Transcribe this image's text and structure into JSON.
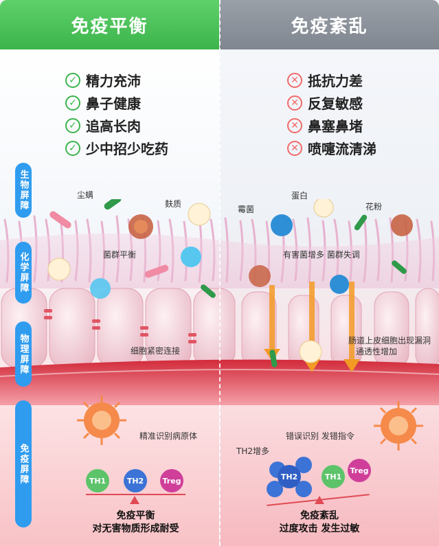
{
  "header": {
    "left_title": "免疫平衡",
    "right_title": "免疫紊乱"
  },
  "left_list": [
    "精力充沛",
    "鼻子健康",
    "追高长肉",
    "少中招少吃药"
  ],
  "right_list": [
    "抵抗力差",
    "反复敏感",
    "鼻塞鼻堵",
    "喷嚏流清涕"
  ],
  "side_labels": [
    "生物屏障",
    "化学屏障",
    "物理屏障",
    "免疫屏障"
  ],
  "left_labels": {
    "mite": "尘螨",
    "dander": "麸质",
    "flora": "菌群平衡",
    "junction": "细胞紧密连接",
    "recognize": "精准识别病原体"
  },
  "right_labels": {
    "protein": "蛋白",
    "mold": "霉菌",
    "pollen": "花粉",
    "flora": "有害菌增多  菌群失调",
    "leak1": "肠道上皮细胞出现漏洞",
    "leak2": "通透性增加",
    "misrecognize": "错误识别 发错指令",
    "th2more": "TH2增多"
  },
  "cells": {
    "th1": "TH1",
    "th2": "TH2",
    "treg": "Treg"
  },
  "left_caption": {
    "line1": "免疫平衡",
    "line2": "对无害物质形成耐受"
  },
  "right_caption": {
    "line1": "免疫紊乱",
    "line2": "过度攻击 发生过敏"
  },
  "colors": {
    "green": "#3cb44c",
    "grey": "#80868f",
    "blue": "#2f9cf0",
    "red": "#e04a55"
  }
}
